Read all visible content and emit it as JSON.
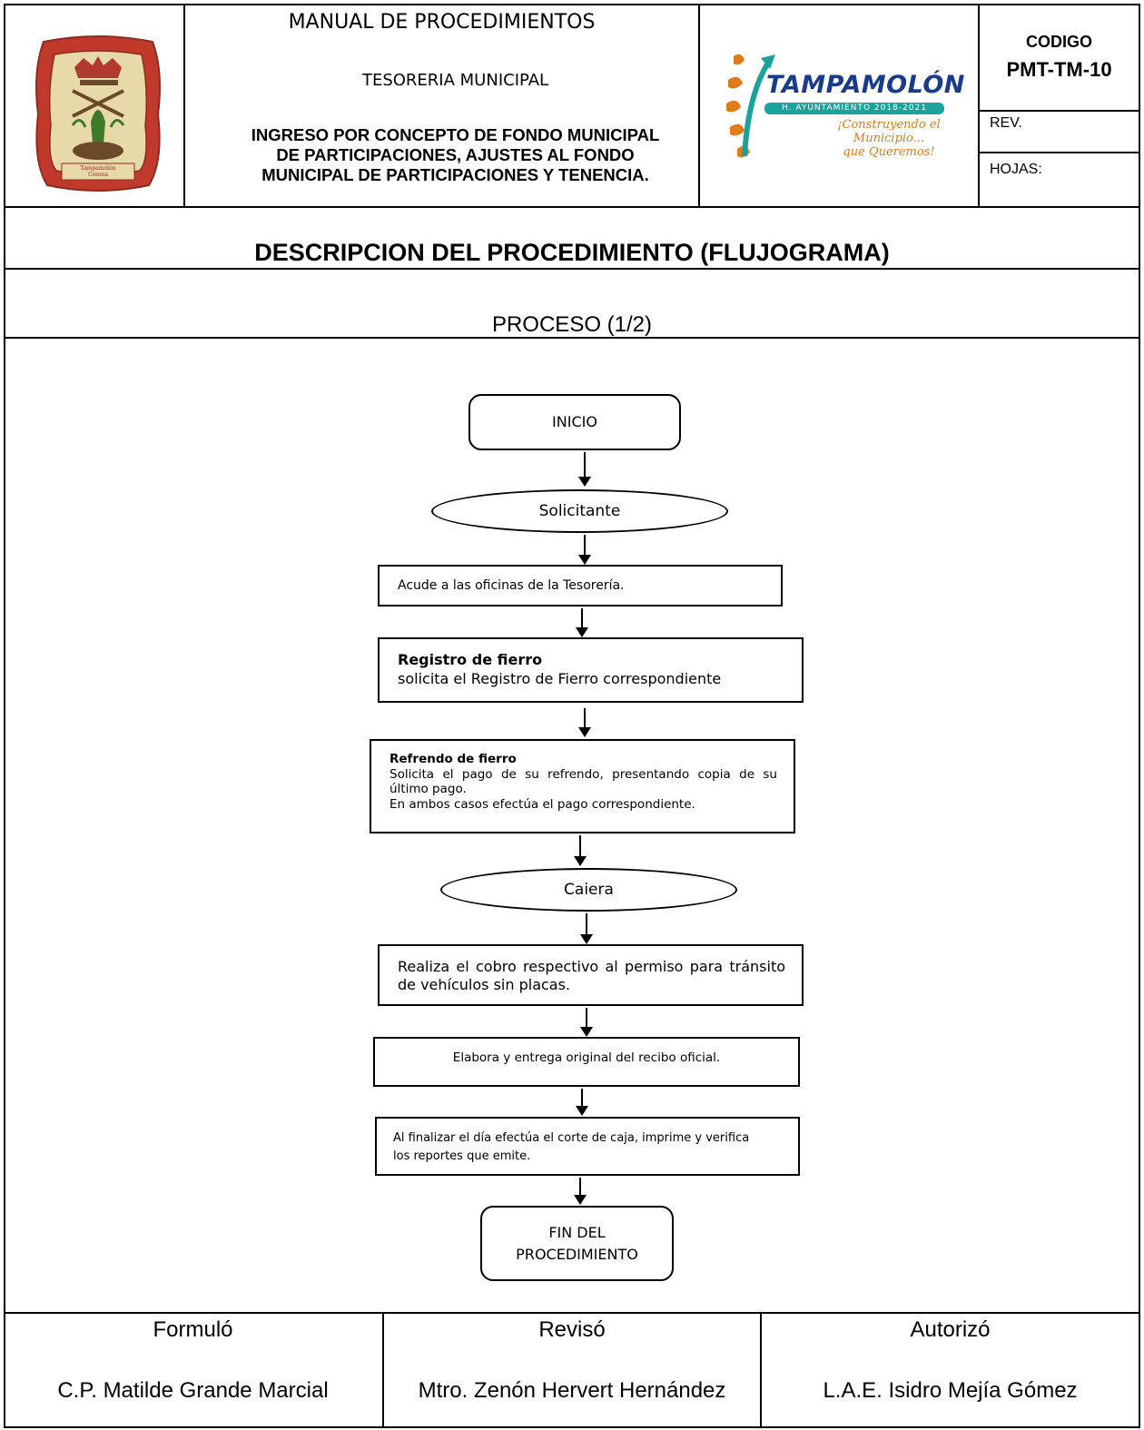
{
  "header": {
    "manual_title": "MANUAL DE PROCEDIMIENTOS",
    "department": "TESORERIA MUNICIPAL",
    "procedure_title_line1": "INGRESO POR CONCEPTO DE FONDO MUNICIPAL",
    "procedure_title_line2": "DE PARTICIPACIONES, AJUSTES AL FONDO",
    "procedure_title_line3": "MUNICIPAL DE PARTICIPACIONES Y TENENCIA.",
    "codigo_label": "CODIGO",
    "codigo_value": "PMT-TM-10",
    "rev_label": "REV.",
    "hojas_label": "HOJAS:",
    "logo": {
      "name": "TAMPAMOLÓN",
      "sub": "H. AYUNTAMIENTO 2018-2021",
      "slogan_line1": "¡Construyendo el Municipio...",
      "slogan_line2": "que Queremos!",
      "brand_color": "#1a3a8c",
      "accent_color": "#e07b1a",
      "teal_color": "#1aa39a"
    },
    "seal": {
      "text_line1": "Tampamolón",
      "text_line2": "Corona",
      "color": "#c0392b"
    }
  },
  "section_title": "DESCRIPCION DEL PROCEDIMIENTO (FLUJOGRAMA)",
  "process_label": "PROCESO  (1/2)",
  "flow": {
    "start": "INICIO",
    "actor1": "Solicitante",
    "step1": "Acude a las oficinas de la Tesorería.",
    "step2_title": "Registro de fierro",
    "step2_text": "solicita el Registro de Fierro correspondiente",
    "step3_title": "Refrendo de fierro",
    "step3_text_line1": "Solicita el pago de su refrendo, presentando copia de su",
    "step3_text_line2": "último pago.",
    "step3_text_line3": "En ambos casos  efectúa el pago correspondiente.",
    "actor2": "Caiera",
    "step4_line1": "Realiza el cobro respectivo al permiso para tránsito",
    "step4_line2": "de vehículos sin placas.",
    "step5": "Elabora y entrega original del recibo oficial.",
    "step6_line1": "Al finalizar el día efectúa el corte de caja,  imprime y verifica",
    "step6_line2": "los reportes que emite.",
    "end_line1": "FIN DEL",
    "end_line2": "PROCEDIMIENTO"
  },
  "footer": {
    "formulo_label": "Formuló",
    "reviso_label": "Revisó",
    "autorizo_label": "Autorizó",
    "formulo_name": "C.P. Matilde Grande Marcial",
    "reviso_name": "Mtro. Zenón Hervert Hernández",
    "autorizo_name": "L.A.E. Isidro Mejía Gómez"
  }
}
